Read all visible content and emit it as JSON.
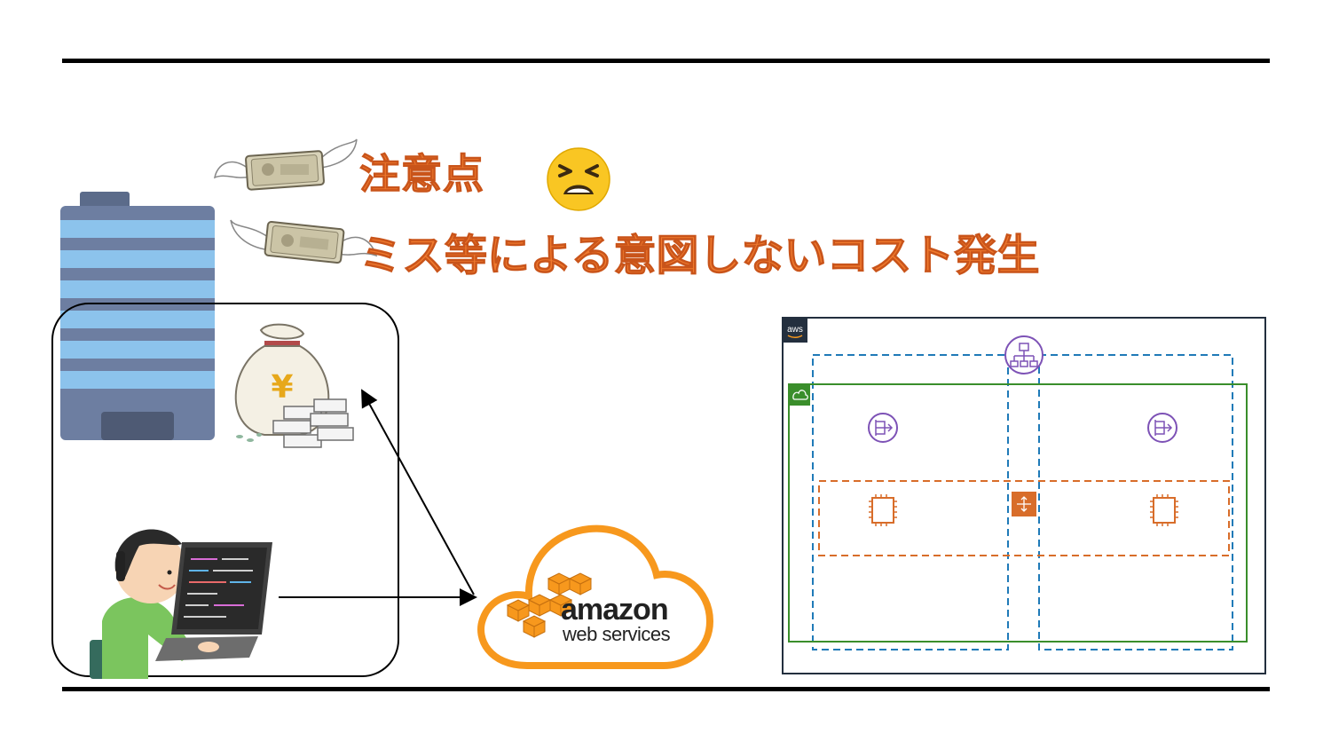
{
  "slide": {
    "title": "注意点",
    "subtitle": "ミス等による意図しないコスト発生"
  },
  "aws_logo": {
    "brand": "amazon",
    "services": "web services"
  },
  "architecture": {
    "account_badge": "aws"
  },
  "colors": {
    "title_orange": "#f07a2e",
    "aws_orange": "#f7981d",
    "vpc_green": "#3a8e2b",
    "az_blue": "#1f7ab8",
    "subnet_orange": "#d86d2a",
    "elb_purple": "#7d52b6"
  },
  "icons": {
    "emoji": "tired-face-emoji",
    "flying_money": "flying-banknotes-icon",
    "building": "office-building-icon",
    "money_bag": "yen-money-bag-icon",
    "person": "developer-at-laptop-icon"
  }
}
